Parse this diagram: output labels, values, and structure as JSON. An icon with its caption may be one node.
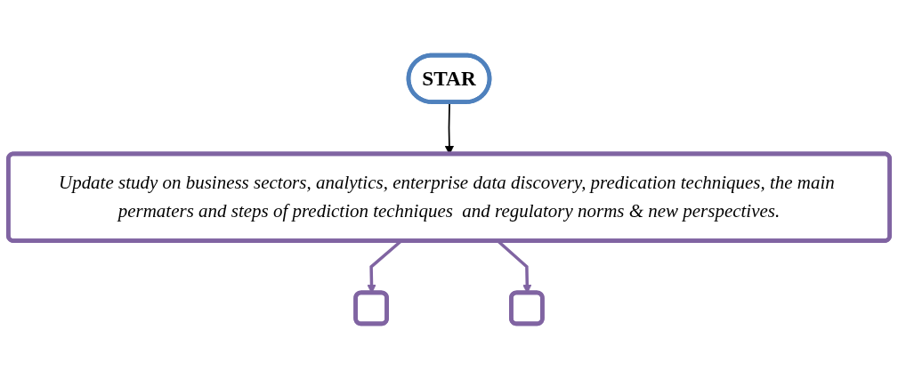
{
  "diagram": {
    "nodes": [
      {
        "text": [
          "STAR"
        ]
      },
      {
        "text": [
          "Update study on business sectors, analytics, enterprise data discovery, predication techniques, the main permaters and steps of prediction techniques  and regulatory norms & new perspectives."
        ]
      },
      {
        "text": [],
        "shape": "box"
      },
      {
        "text": [],
        "shape": "box"
      }
    ],
    "edges": [
      {
        "from": 0,
        "to": 1,
        "arrow": "to",
        "color": "#000000"
      },
      {
        "from": 1,
        "to": 2,
        "arrow": "to"
      },
      {
        "from": 1,
        "to": 3,
        "arrow": "to"
      }
    ]
  }
}
